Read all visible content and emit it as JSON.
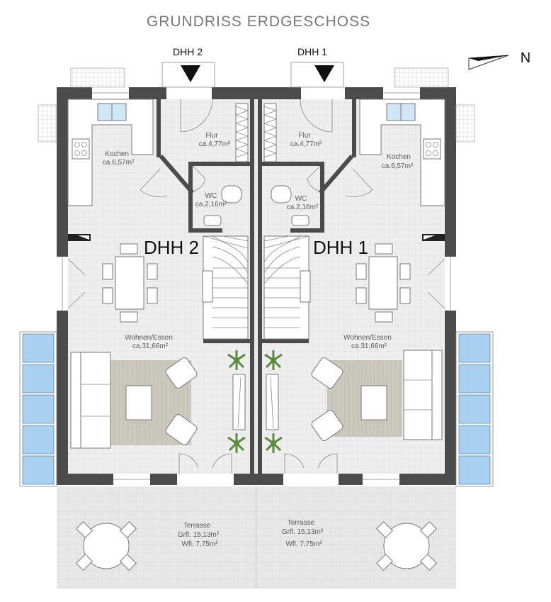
{
  "title": "GRUNDRISS  ERDGESCHOSS",
  "north_label": "N",
  "entries": {
    "left": "DHH 2",
    "right": "DHH 1"
  },
  "units": {
    "left": "DHH 2",
    "right": "DHH 1"
  },
  "rooms": {
    "kochen_name": "Kochen",
    "kochen_area": "ca.6,57m²",
    "flur_name": "Flur",
    "flur_area": "ca.4,77m²",
    "wc_name": "WC",
    "wc_area": "ca.2,16m²",
    "wohnen_name": "Wohnen/Essen",
    "wohnen_area": "ca.31,66m²",
    "terrasse_name": "Terrasse",
    "terrasse_grfl": "Grfl. 15,13m²",
    "terrasse_wfl": "Wfl. 7,75m²"
  },
  "colors": {
    "wall": "#4b4b4b",
    "floor": "#eeeeee",
    "terrace": "#e6e6e6",
    "rug": "#c9c6bb",
    "window_glass": "#aad0ef"
  }
}
